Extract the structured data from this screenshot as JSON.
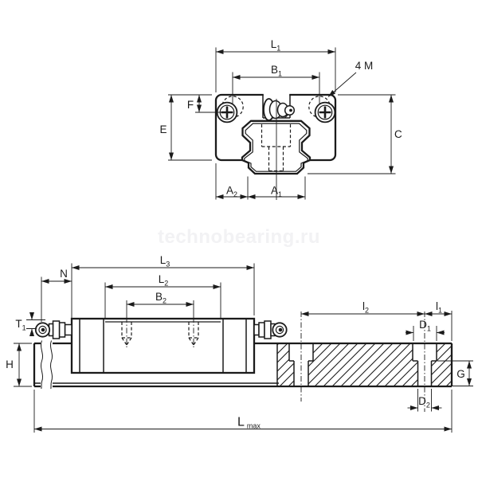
{
  "watermark": {
    "text": "technobearing.ru",
    "color": "#f2f2f4"
  },
  "drawing": {
    "ink": "#1b1b1b",
    "background": "#ffffff",
    "description": "Linear guide rail and carriage block dimensional drawing, front view and side view"
  },
  "front_view": {
    "labels": {
      "L1": {
        "base": "L",
        "sub": "1"
      },
      "B1": {
        "base": "B",
        "sub": "1"
      },
      "M4": {
        "text": "4 M"
      },
      "F": {
        "text": "F"
      },
      "E": {
        "text": "E"
      },
      "C": {
        "text": "C"
      },
      "A2": {
        "base": "A",
        "sub": "2"
      },
      "A1": {
        "base": "A",
        "sub": "1"
      }
    }
  },
  "side_view": {
    "labels": {
      "N": {
        "text": "N"
      },
      "L3": {
        "base": "L",
        "sub": "3"
      },
      "L2": {
        "base": "L",
        "sub": "2"
      },
      "B2": {
        "base": "B",
        "sub": "2"
      },
      "T1": {
        "base": "T",
        "sub": "1"
      },
      "H": {
        "text": "H"
      },
      "l2": {
        "base": "l",
        "sub": "2"
      },
      "l1": {
        "base": "l",
        "sub": "1"
      },
      "D1": {
        "base": "D",
        "sub": "1"
      },
      "G": {
        "text": "G"
      },
      "D2": {
        "base": "D",
        "sub": "2"
      },
      "Lmax": {
        "base": "L",
        "sub": "max"
      }
    }
  }
}
